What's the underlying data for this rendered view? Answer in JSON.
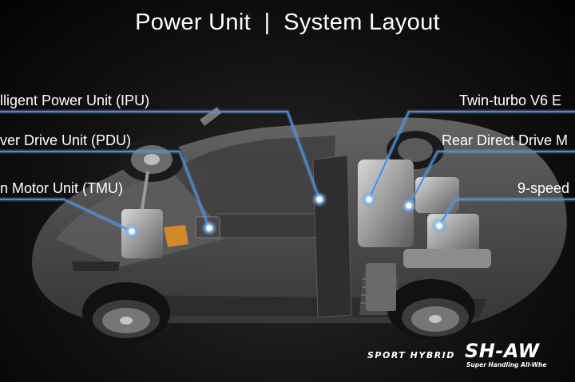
{
  "title": "Power Unit  |  System Layout",
  "colors": {
    "background": "#000000",
    "callout_line": "#3f8ede",
    "callout_glow": "#8fc6ff",
    "text": "#ffffff"
  },
  "callouts": [
    {
      "id": "ipu",
      "label": "lligent Power Unit (IPU)"
    },
    {
      "id": "pdu",
      "label": "ver Drive Unit (PDU)"
    },
    {
      "id": "tmu",
      "label": "n Motor Unit (TMU)"
    },
    {
      "id": "engine",
      "label": "Twin-turbo V6 E"
    },
    {
      "id": "rddm",
      "label": "Rear Direct Drive M"
    },
    {
      "id": "dct",
      "label": "9-speed"
    }
  ],
  "branding": {
    "sport_hybrid": "SPORT HYBRID",
    "sh_awd": "SH-AW",
    "tagline": "Super Handling All-Whe"
  }
}
